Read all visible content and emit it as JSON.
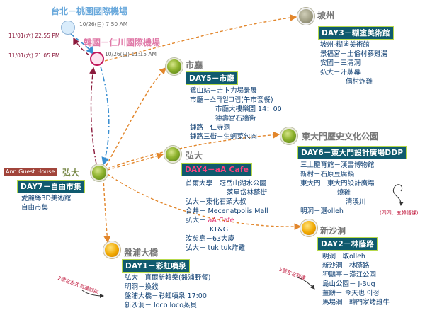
{
  "airports": {
    "taipei": {
      "name": "台北－桃園國際機場",
      "time": "10/26(日) 7:50 AM"
    },
    "incheon": {
      "name": "韓國－仁川國際機場",
      "time": "10/26(日) 11:15 AM"
    },
    "return_times": [
      "11/01(六) 22:55 PM",
      "11/01(六) 21:05 PM"
    ]
  },
  "hub": {
    "guest_house": "Ann Guest House",
    "place": "弘大"
  },
  "day7": {
    "title": "DAY7－自由市集",
    "items": [
      "愛麗絲3D美術館",
      "自由市集"
    ]
  },
  "gwangju": {
    "place": "坡州",
    "title": "DAY3－糊塗美術館",
    "items": [
      "坡州-糊塗美術館",
      "景福宮－土俗村蔘雞湯",
      "安國－三清洞",
      "弘大－汗蒸幕",
      "偶村炸雞"
    ]
  },
  "cityhall": {
    "place": "市廳",
    "title": "DAY5－市廳",
    "items": [
      "鷺山站－吉卜力場景展",
      "市廳－스타일그랩(午市套餐)",
      "市廳大樓樂園 14：00",
      "德壽宮石牆街",
      "鍾路－仁寺洞",
      "鍾路三街－生蚵菜包肉"
    ]
  },
  "ddp": {
    "place": "東大門歷史文化公園",
    "title": "DAY6－東大門設計廣場DDP",
    "items": [
      "三上體育館－漢書博物館",
      "新村－石原豆腐鍋",
      "東大門－東大門設計廣場",
      "燒雞",
      "清溪川",
      "明洞－選olleh"
    ]
  },
  "ddp_note": "(四四、五韓語課)",
  "hongdae": {
    "place": "弘大",
    "title": "DAY4－aA Cafe",
    "items": [
      "首爾大學－冠岳山湖水公園",
      "落星岱林蔭街",
      "弘大－東化石頭大叔",
      "合井－ Mecenatpolis Mall",
      "弘大－",
      "aA Café",
      "KT&G",
      "汝矣島－63大廈",
      "弘大－ tuk tuk炸雞"
    ]
  },
  "sinsa": {
    "place": "新沙洞",
    "title": "DAY2－林蔭路",
    "items": [
      "明洞－取olleh",
      "新沙洞－林蔭路",
      "狎鷗亭－漢江公園",
      "島山公園－ J-Bug",
      "薑餅－ 今天也 아정",
      "馬場洞－韓門家烤雞牛"
    ]
  },
  "sinsa_note": "5號左左到達",
  "hapjeong": {
    "place": "盤浦大橋",
    "title": "DAY1－彩虹噴泉",
    "items": [
      "弘大－直爾新韓樂(盤浦野餐)",
      "明洞－換錢",
      "盤浦大橋－彩虹噴泉 17:00",
      "新沙洞－ loco loco蒸貝"
    ]
  },
  "hapjeong_note": "2號左左先到達試探",
  "colors": {
    "title_bg": "#0f5a6e",
    "title_border": "#b7d94c",
    "item_text": "#0f3f73",
    "accent": "#e2336f",
    "arrow_orange": "#e2862b",
    "arrow_maroon": "#8b1a3c",
    "arrow_blue": "#3a8fd1"
  }
}
